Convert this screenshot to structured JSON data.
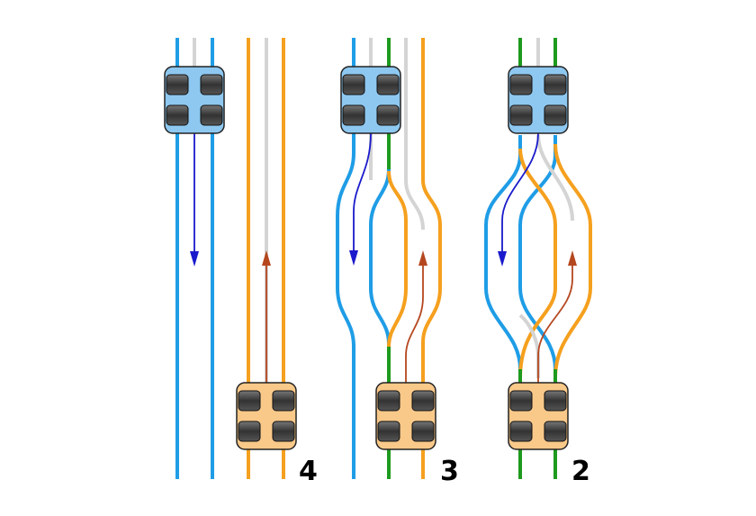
{
  "labels": {
    "panel_a": "4",
    "panel_b": "3",
    "panel_c": "2"
  },
  "colors": {
    "blue_rail": "#1f9de6",
    "orange_rail": "#f5a01e",
    "gray_rail": "#d4d4d4",
    "green_rail": "#1e9a1e",
    "down_arrow": "#1a1acc",
    "up_arrow": "#b5471f",
    "blue_car_fill": "#8ec8f0",
    "orange_car_fill": "#f9c98a",
    "wheel": "#444444"
  }
}
